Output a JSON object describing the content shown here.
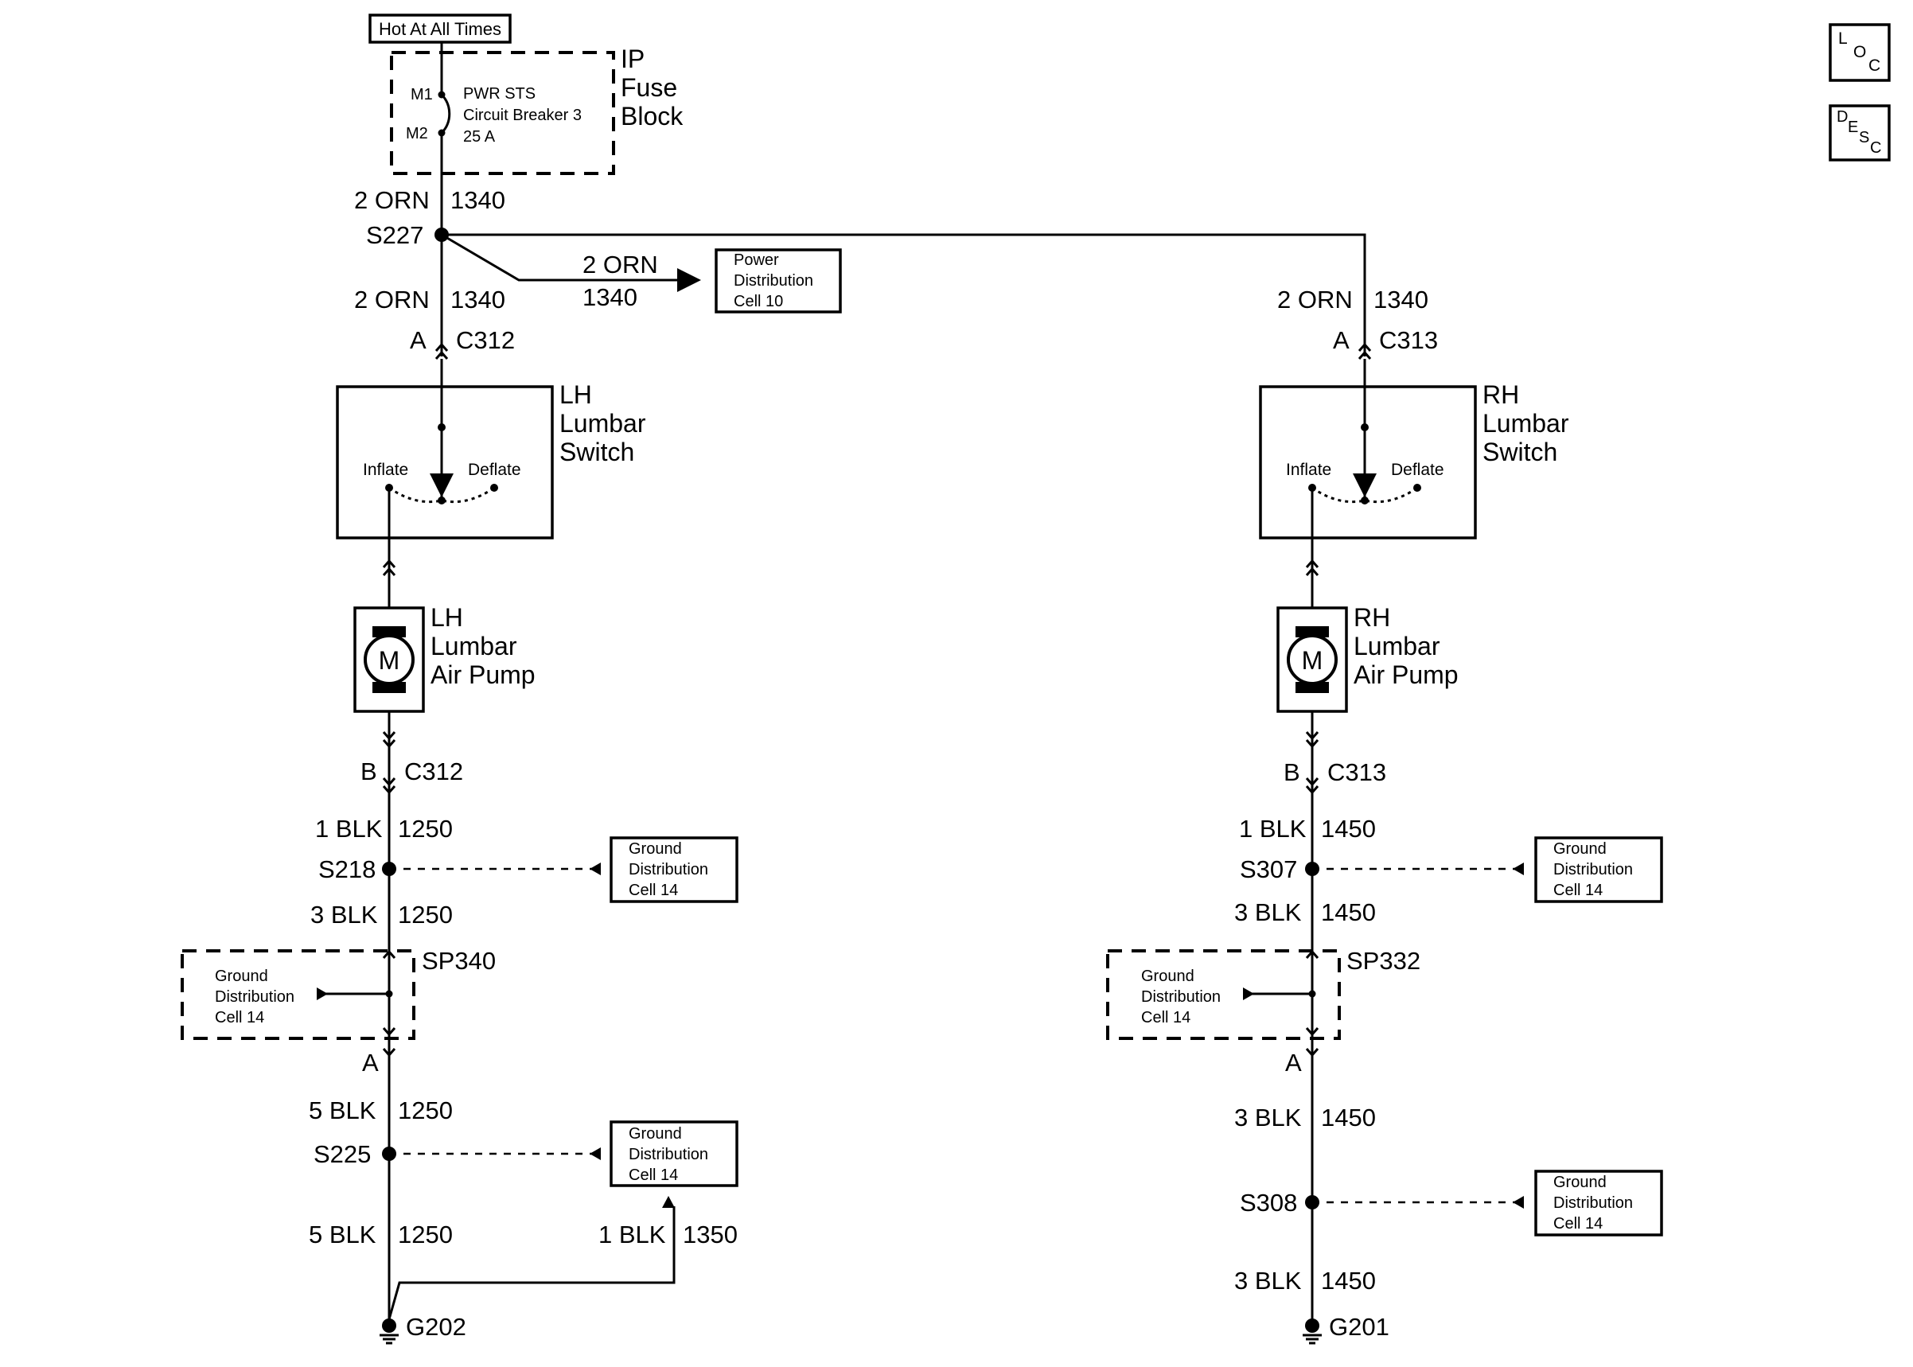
{
  "header": {
    "hot_label": "Hot At All Times"
  },
  "corner_buttons": {
    "loc": [
      "L",
      "O",
      "C"
    ],
    "desc": [
      "D",
      "E",
      "S",
      "C"
    ]
  },
  "fuse_block": {
    "name_lines": [
      "IP",
      "Fuse",
      "Block"
    ],
    "pin_top": "M1",
    "pin_bottom": "M2",
    "breaker_lines": [
      "PWR STS",
      "Circuit Breaker 3",
      "25 A"
    ]
  },
  "wires": {
    "fuse_out": {
      "gauge": "2 ORN",
      "circuit": "1340"
    },
    "branch": {
      "gauge": "2 ORN",
      "circuit": "1340"
    },
    "lh_top": {
      "gauge": "2 ORN",
      "circuit": "1340"
    },
    "rh_top": {
      "gauge": "2 ORN",
      "circuit": "1340"
    },
    "lh_b1": {
      "gauge": "1 BLK",
      "circuit": "1250"
    },
    "lh_b2": {
      "gauge": "3 BLK",
      "circuit": "1250"
    },
    "lh_b3": {
      "gauge": "5 BLK",
      "circuit": "1250"
    },
    "lh_b4": {
      "gauge": "5 BLK",
      "circuit": "1250"
    },
    "lh_b5": {
      "gauge": "1 BLK",
      "circuit": "1350"
    },
    "rh_b1": {
      "gauge": "1 BLK",
      "circuit": "1450"
    },
    "rh_b2": {
      "gauge": "3 BLK",
      "circuit": "1450"
    },
    "rh_b3": {
      "gauge": "3 BLK",
      "circuit": "1450"
    },
    "rh_b4": {
      "gauge": "3 BLK",
      "circuit": "1450"
    }
  },
  "splices": {
    "s227": "S227",
    "s218": "S218",
    "s225": "S225",
    "s307": "S307",
    "s308": "S308"
  },
  "connectors": {
    "lh_top": {
      "pin": "A",
      "name": "C312"
    },
    "rh_top": {
      "pin": "A",
      "name": "C313"
    },
    "lh_bottom": {
      "pin": "B",
      "name": "C312"
    },
    "rh_bottom": {
      "pin": "B",
      "name": "C313"
    },
    "lh_sp_pin": "A",
    "rh_sp_pin": "A"
  },
  "splice_packs": {
    "lh": "SP340",
    "rh": "SP332"
  },
  "grounds": {
    "lh": "G202",
    "rh": "G201"
  },
  "power_ref": [
    "Power",
    "Distribution",
    "Cell 10"
  ],
  "ground_ref": [
    "Ground",
    "Distribution",
    "Cell 14"
  ],
  "lh_switch": {
    "name_lines": [
      "LH",
      "Lumbar",
      "Switch"
    ],
    "inflate": "Inflate",
    "deflate": "Deflate"
  },
  "rh_switch": {
    "name_lines": [
      "RH",
      "Lumbar",
      "Switch"
    ],
    "inflate": "Inflate",
    "deflate": "Deflate"
  },
  "lh_pump": {
    "name_lines": [
      "LH",
      "Lumbar",
      "Air Pump"
    ],
    "motor": "M"
  },
  "rh_pump": {
    "name_lines": [
      "RH",
      "Lumbar",
      "Air Pump"
    ],
    "motor": "M"
  }
}
